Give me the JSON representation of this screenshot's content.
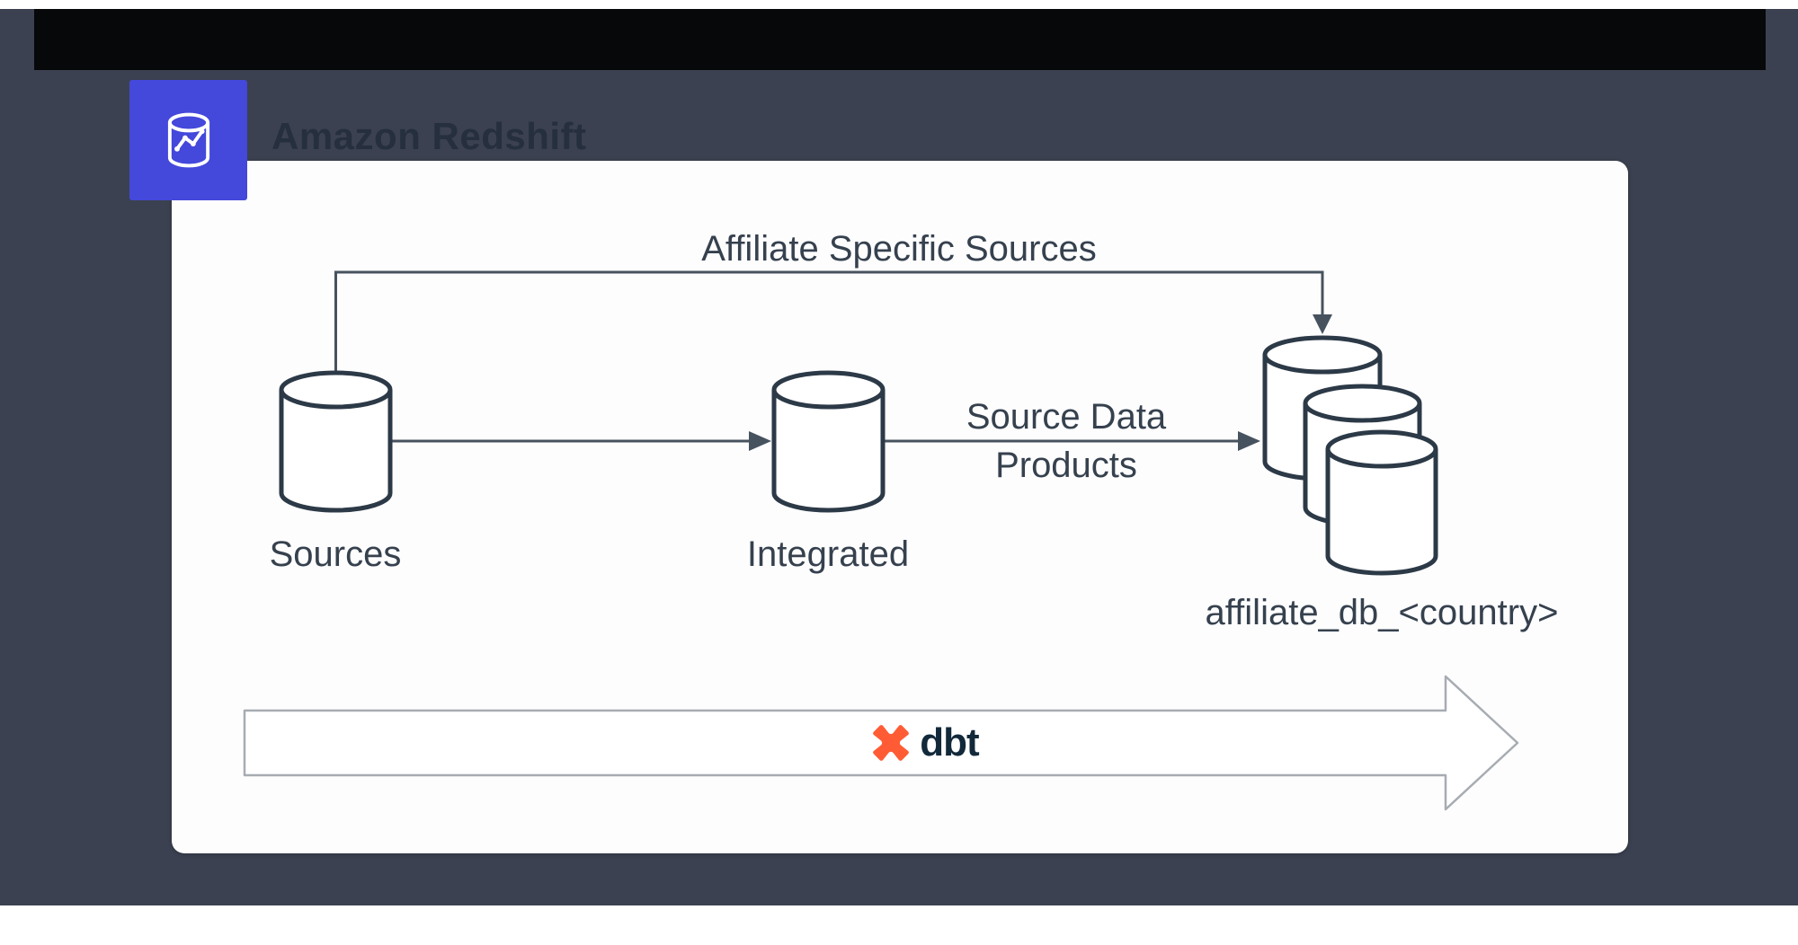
{
  "colors": {
    "backdrop": "#3b4150",
    "top_band": "#07080a",
    "card_bg": "#fdfdfe",
    "badge_bg": "#4448db",
    "cylinder_stroke": "#2c3947",
    "connector": "#47525f",
    "label_text": "#36414e",
    "redshift_title_text": "#252f3e",
    "big_arrow_stroke": "#a7acb2",
    "dbt_orange": "#ff5c35",
    "dbt_word_text": "#12293a"
  },
  "header": {
    "title": "Amazon Redshift",
    "badge_icon": "redshift-database-chart-icon"
  },
  "diagram": {
    "nodes": [
      {
        "id": "sources",
        "label": "Sources",
        "shape": "cylinder"
      },
      {
        "id": "integrated",
        "label": "Integrated",
        "shape": "cylinder"
      },
      {
        "id": "affiliate_db",
        "label": "affiliate_db_<country>",
        "shape": "cylinder-stack-of-3"
      }
    ],
    "edges": [
      {
        "from": "sources",
        "to": "affiliate_db",
        "label": "Affiliate Specific Sources",
        "route": "up-over-down"
      },
      {
        "from": "sources",
        "to": "integrated",
        "label": ""
      },
      {
        "from": "integrated",
        "to": "affiliate_db",
        "label": "Source Data Products"
      }
    ],
    "labels": {
      "affiliate_specific_sources": "Affiliate Specific Sources",
      "source_data_products": "Source Data Products",
      "sources": "Sources",
      "integrated": "Integrated",
      "affiliate_db": "affiliate_db_<country>"
    }
  },
  "footer": {
    "dbt_label": "dbt",
    "flow_arrow": "left-to-right hollow arrow"
  }
}
